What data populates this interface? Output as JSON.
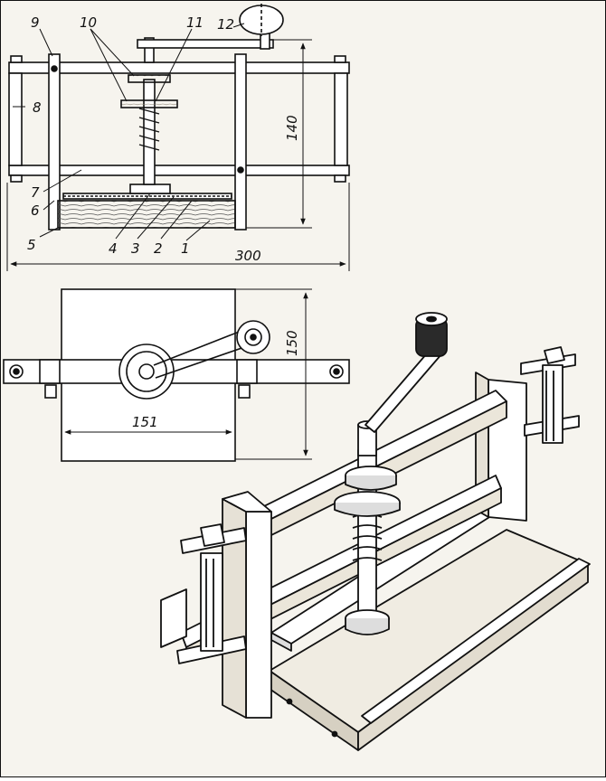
{
  "colors": {
    "ink": "#111111",
    "paper": "#f6f4ee",
    "wood": "#e9e4d8"
  },
  "front_view": {
    "part_labels": [
      "1",
      "2",
      "3",
      "4",
      "5",
      "6",
      "7",
      "8",
      "9",
      "10",
      "11",
      "12"
    ],
    "dimensions": {
      "height": "140",
      "width": "300"
    }
  },
  "top_view": {
    "dimensions": {
      "depth": "150",
      "inner_width": "151"
    }
  }
}
